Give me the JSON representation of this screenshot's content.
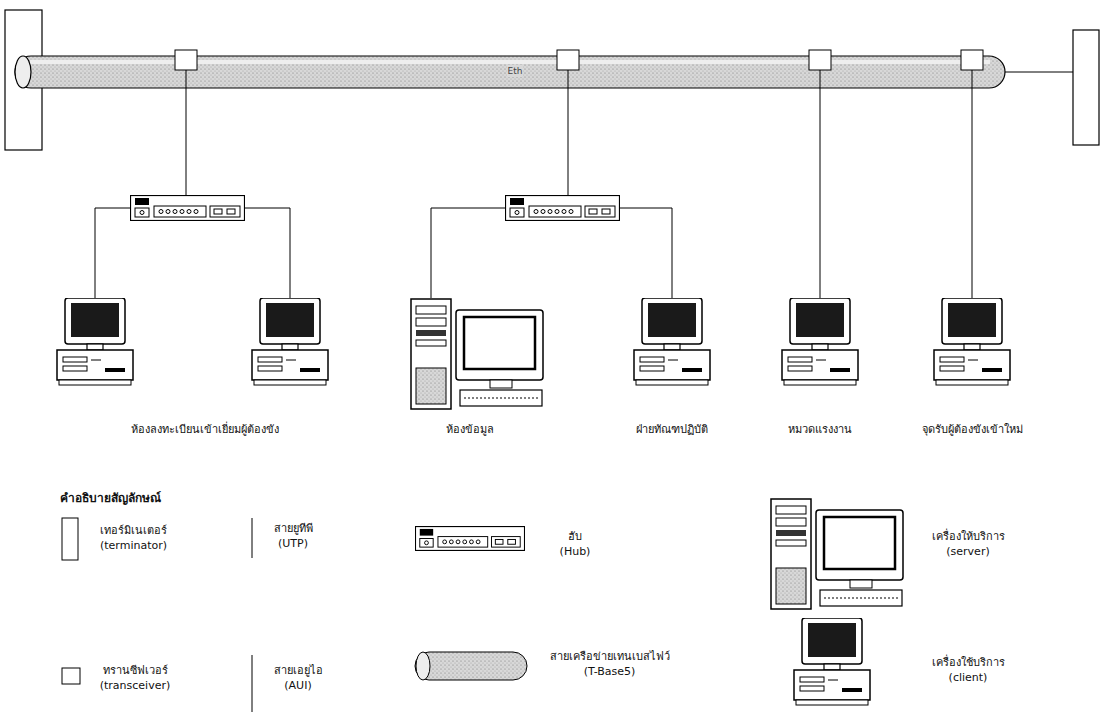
{
  "diagram": {
    "labels": [
      "Eth",
      "ห้องลงทะเบียนเข้าเยี่ยมผู้ต้องขัง",
      "ห้องข้อมูล",
      "ฝ่ายทัณฑปฏิบัติ",
      "หมวดแรงงาน",
      "จุดรับผู้ต้องขังเข้าใหม่",
      "คำอธิบายสัญลักษณ์"
    ],
    "legend": [
      {
        "text": "เทอร์มิเนเตอร์ (terminator)"
      },
      {
        "text": "สายยูทีพี (UTP)"
      },
      {
        "text": "ฮับ (Hub)"
      },
      {
        "text": "เครื่องให้บริการ (server)"
      },
      {
        "text": "ทรานซีฟเวอร์ (transceiver)"
      },
      {
        "text": "สายเอยูไอ (AUI)"
      },
      {
        "text": "สายเครือข่ายเทนเบสไฟว์ (T-Base5)"
      },
      {
        "text": "เครื่องใช้บริการ (client)"
      }
    ]
  }
}
